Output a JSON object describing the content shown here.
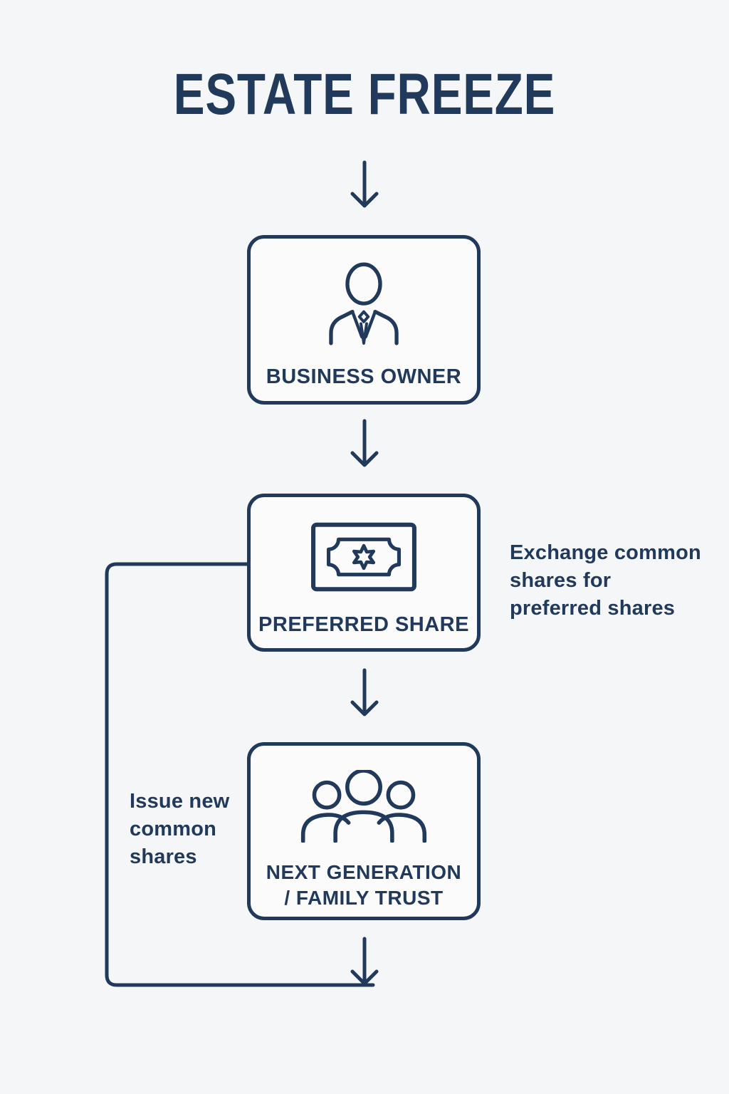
{
  "title": "ESTATE FREEZE",
  "palette": {
    "ink": "#21395A",
    "background": "#F5F6F7",
    "box_fill": "#FBFBFC"
  },
  "nodes": [
    {
      "id": "business-owner",
      "icon": "business-person-icon",
      "label_lines": [
        "BUSINESS OWNER"
      ]
    },
    {
      "id": "preferred-share",
      "icon": "share-certificate-icon",
      "label_lines": [
        "PREFERRED SHARE"
      ]
    },
    {
      "id": "next-generation-family-trust",
      "icon": "family-group-icon",
      "label_lines": [
        "NEXT GENERATION",
        "/ FAMILY TRUST"
      ]
    }
  ],
  "annotations": [
    {
      "id": "exchange-note",
      "side": "right",
      "lines": [
        "Exchange common",
        "shares for",
        "preferred shares"
      ]
    },
    {
      "id": "issue-note",
      "side": "left",
      "lines": [
        "Issue new",
        "common",
        "shares"
      ]
    }
  ]
}
